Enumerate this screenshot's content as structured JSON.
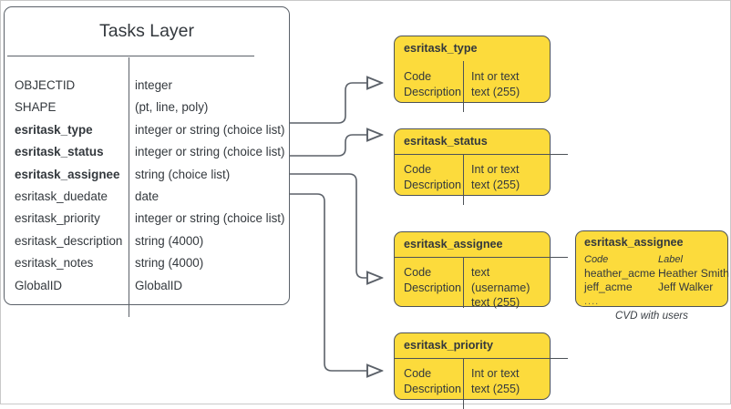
{
  "entity": {
    "title": "Tasks Layer",
    "fields": [
      {
        "name": "OBJECTID",
        "type": "integer",
        "bold": false
      },
      {
        "name": "SHAPE",
        "type": "(pt, line, poly)",
        "bold": false
      },
      {
        "name": "esritask_type",
        "type": "integer or string (choice list)",
        "bold": true
      },
      {
        "name": "esritask_status",
        "type": "integer or string (choice list)",
        "bold": true
      },
      {
        "name": "esritask_assignee",
        "type": "string (choice list)",
        "bold": true
      },
      {
        "name": "esritask_duedate",
        "type": "date",
        "bold": false
      },
      {
        "name": "esritask_priority",
        "type": "integer or string (choice list)",
        "bold": false
      },
      {
        "name": "esritask_description",
        "type": "string (4000)",
        "bold": false
      },
      {
        "name": "esritask_notes",
        "type": "string (4000)",
        "bold": false
      },
      {
        "name": "GlobalID",
        "type": "GlobalID",
        "bold": false
      }
    ]
  },
  "domains": [
    {
      "id": "type",
      "title": "esritask_type",
      "left_lines": "Code\nDescription",
      "right_lines": "Int or text\ntext (255)"
    },
    {
      "id": "status",
      "title": "esritask_status",
      "left_lines": "Code\nDescription",
      "right_lines": "Int or text\ntext (255)"
    },
    {
      "id": "assignee",
      "title": "esritask_assignee",
      "left_lines": "Code\nDescription",
      "right_lines": "text  (username)\ntext (255)"
    },
    {
      "id": "priority",
      "title": "esritask_priority",
      "left_lines": "Code\nDescription",
      "right_lines": "Int or text\ntext (255)"
    }
  ],
  "cvd": {
    "title": "esritask_assignee",
    "header_code": "Code",
    "header_label": "Label",
    "rows": [
      {
        "code": "heather_acme",
        "label": "Heather Smith"
      },
      {
        "code": "jeff_acme",
        "label": "Jeff Walker"
      }
    ],
    "ellipsis": "....",
    "caption": "CVD with users"
  },
  "colors": {
    "domain_fill": "#fcdb3c",
    "domain_border": "#4d5258",
    "entity_border": "#5b6169",
    "text": "#33383d",
    "page_border": "#c9c9c9",
    "connector": "#5b6169"
  }
}
